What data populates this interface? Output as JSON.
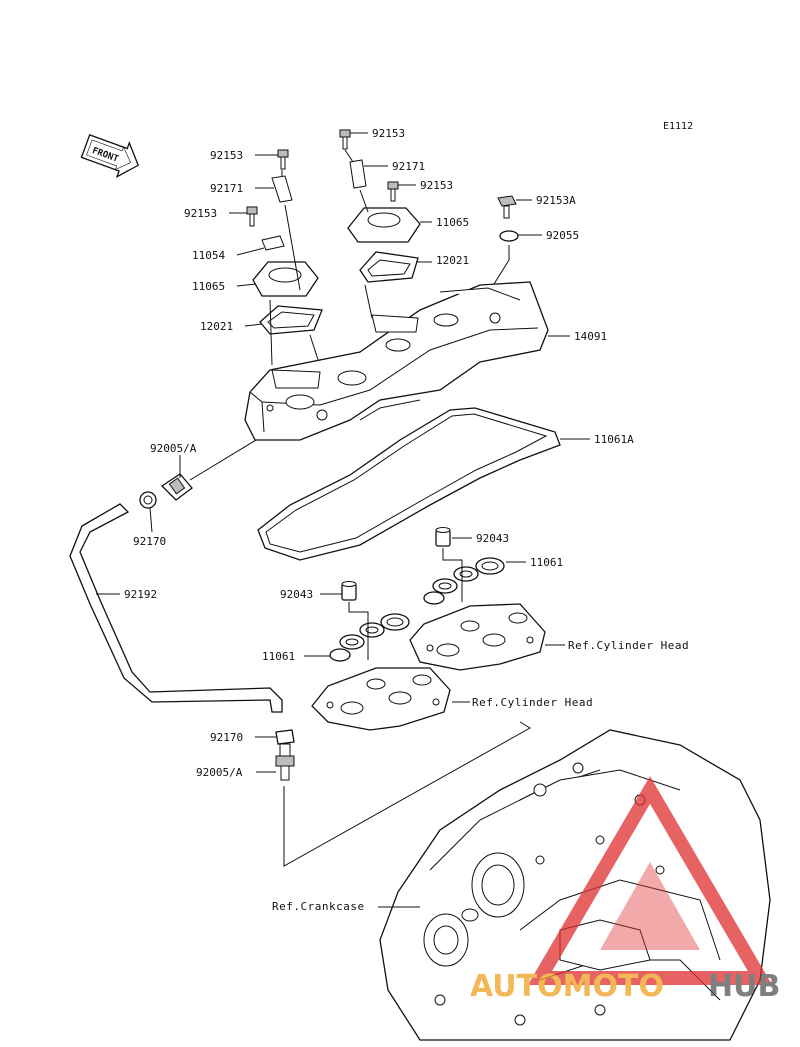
{
  "diagram_code": "E1112",
  "front_label": "FRONT",
  "parts": {
    "p92153_a": "92153",
    "p92153_b": "92153",
    "p92153_c": "92153",
    "p92153_d": "92153",
    "p92153A": "92153A",
    "p92171_a": "92171",
    "p92171_b": "92171",
    "p11065_a": "11065",
    "p11065_b": "11065",
    "p11054": "11054",
    "p12021_a": "12021",
    "p12021_b": "12021",
    "p92055": "92055",
    "p14091": "14091",
    "p11061A": "11061A",
    "p92005A_a": "92005/A",
    "p92005A_b": "92005/A",
    "p92170_a": "92170",
    "p92170_b": "92170",
    "p92192": "92192",
    "p92043_a": "92043",
    "p92043_b": "92043",
    "p11061_a": "11061",
    "p11061_b": "11061"
  },
  "refs": {
    "cyl_head_a": "Ref.Cylinder Head",
    "cyl_head_b": "Ref.Cylinder Head",
    "crankcase": "Ref.Crankcase"
  },
  "watermark": {
    "part1": "AUTOMOTO",
    "part2": "HUB",
    "color_red": "#e03030",
    "color_orange": "#f0a020",
    "color_gray": "#555555"
  }
}
